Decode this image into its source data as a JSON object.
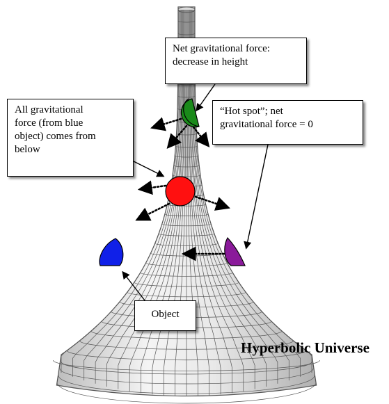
{
  "title": "Hyperbolic  Universe",
  "callouts": {
    "net_force": "Net gravitational force:\ndecrease in height",
    "blue_object": "All gravitational\nforce (from blue\nobject) comes from\nbelow",
    "hot_spot": "“Hot spot”; net\ngravitational force = 0",
    "object": "Object"
  },
  "colors": {
    "green_object": "#1a8a1a",
    "red_object": "#ff1010",
    "blue_object": "#1020e8",
    "purple_object": "#8a1a9a",
    "surface_lines": "#555555"
  }
}
